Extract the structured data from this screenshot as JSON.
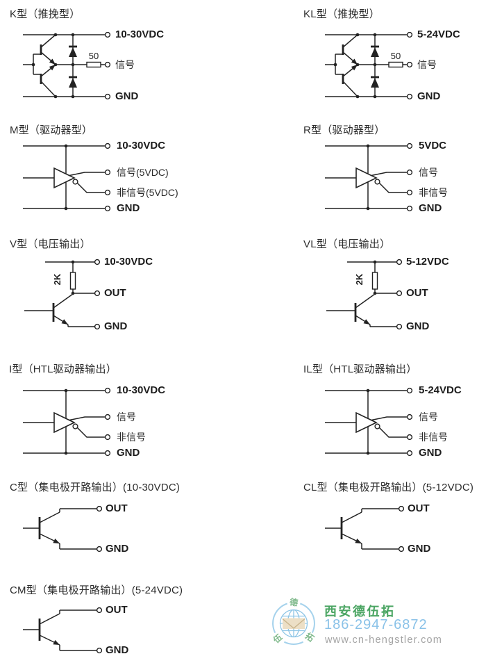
{
  "colors": {
    "circuit_line": "#222222",
    "text": "#2d2d2d",
    "watermark_green": "#4ba563",
    "watermark_blue": "#8ac2e8",
    "watermark_gray": "#a3a3a3",
    "watermark_arc_blue": "#a5d2ec",
    "watermark_envelope": "#ecdfc6"
  },
  "diagrams": [
    {
      "id": "K",
      "type": "push-pull",
      "title": "K型（推挽型）",
      "resistor": "50",
      "terminals": [
        "10-30VDC",
        "信号",
        "GND"
      ]
    },
    {
      "id": "KL",
      "type": "push-pull",
      "title": "KL型（推挽型）",
      "resistor": "50",
      "terminals": [
        "5-24VDC",
        "信号",
        "GND"
      ]
    },
    {
      "id": "M",
      "type": "driver",
      "title": "M型（驱动器型）",
      "terminals": [
        "10-30VDC",
        "信号(5VDC)",
        "非信号(5VDC)",
        "GND"
      ]
    },
    {
      "id": "R",
      "type": "driver",
      "title": "R型（驱动器型）",
      "terminals": [
        "5VDC",
        "信号",
        "非信号",
        "GND"
      ]
    },
    {
      "id": "V",
      "type": "voltage-output",
      "title": "V型（电压输出）",
      "resistor": "2K",
      "terminals": [
        "10-30VDC",
        "OUT",
        "GND"
      ]
    },
    {
      "id": "VL",
      "type": "voltage-output",
      "title": "VL型（电压输出）",
      "resistor": "2K",
      "terminals": [
        "5-12VDC",
        "OUT",
        "GND"
      ]
    },
    {
      "id": "I",
      "type": "htl-driver",
      "title": "I型（HTL驱动器输出）",
      "terminals": [
        "10-30VDC",
        "信号",
        "非信号",
        "GND"
      ]
    },
    {
      "id": "IL",
      "type": "htl-driver",
      "title": "IL型（HTL驱动器输出）",
      "terminals": [
        "5-24VDC",
        "信号",
        "非信号",
        "GND"
      ]
    },
    {
      "id": "C",
      "type": "open-collector",
      "title": "C型（集电极开路输出）(10-30VDC)",
      "terminals": [
        "OUT",
        "GND"
      ]
    },
    {
      "id": "CL",
      "type": "open-collector",
      "title": "CL型（集电极开路输出）(5-12VDC)",
      "terminals": [
        "OUT",
        "GND"
      ]
    },
    {
      "id": "CM",
      "type": "open-collector",
      "title": "CM型（集电极开路输出）(5-24VDC)",
      "terminals": [
        "OUT",
        "GND"
      ]
    }
  ],
  "watermark": {
    "company": "西安德伍拓",
    "phone": "186-2947-6872",
    "website": "www.cn-hengstler.com",
    "stamp_top": "德",
    "stamp_left": "伍",
    "stamp_right": "拓"
  }
}
